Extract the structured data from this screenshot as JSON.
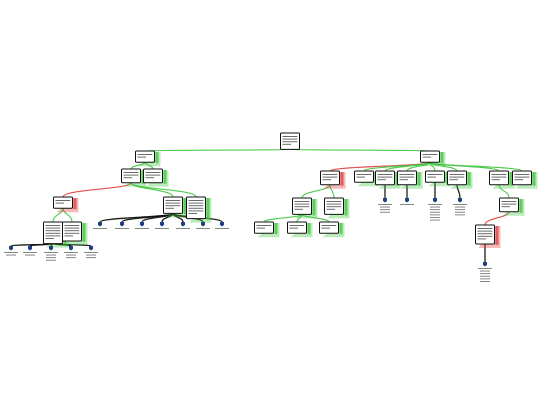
{
  "colors": {
    "support": "#3cc43c",
    "oppose": "#e03a3a",
    "neutral": "#111111",
    "leaf_icon": "#1f3f8a",
    "node_fill": "#ffffff",
    "node_border": "#111111"
  },
  "tree": {
    "root": "r",
    "nodes": [
      {
        "id": "r",
        "kind": "box",
        "lines": 4,
        "rel": "none"
      },
      {
        "id": "a",
        "parent": "r",
        "kind": "box",
        "lines": 2,
        "rel": "support"
      },
      {
        "id": "b",
        "parent": "r",
        "kind": "box",
        "lines": 2,
        "rel": "support"
      },
      {
        "id": "a1",
        "parent": "a",
        "kind": "box",
        "lines": 3,
        "rel": "support"
      },
      {
        "id": "a2",
        "parent": "a",
        "kind": "box",
        "lines": 3,
        "rel": "support"
      },
      {
        "id": "a1x",
        "parent": "a1",
        "kind": "box",
        "lines": 2,
        "rel": "oppose"
      },
      {
        "id": "a1y",
        "parent": "a1",
        "kind": "box",
        "lines": 4,
        "rel": "support"
      },
      {
        "id": "a1z",
        "parent": "a1",
        "kind": "box",
        "lines": 6,
        "rel": "support"
      },
      {
        "id": "g1",
        "parent": "a1x",
        "kind": "box",
        "lines": 6,
        "rel": "support"
      },
      {
        "id": "g2",
        "parent": "a1x",
        "kind": "box",
        "lines": 5,
        "rel": "support"
      },
      {
        "id": "l1",
        "parent": "g1",
        "kind": "leaf",
        "lines": 2,
        "rel": "neutral"
      },
      {
        "id": "l2",
        "parent": "g1",
        "kind": "leaf",
        "lines": 2,
        "rel": "neutral"
      },
      {
        "id": "l3",
        "parent": "g1",
        "kind": "leaf",
        "lines": 4,
        "rel": "neutral"
      },
      {
        "id": "l4",
        "parent": "g1",
        "kind": "leaf",
        "lines": 3,
        "rel": "neutral"
      },
      {
        "id": "l5",
        "parent": "g1",
        "kind": "leaf",
        "lines": 3,
        "rel": "neutral"
      },
      {
        "id": "m1",
        "parent": "a1y",
        "kind": "leaf",
        "lines": 1,
        "rel": "neutral"
      },
      {
        "id": "m2",
        "parent": "a1y",
        "kind": "leaf",
        "lines": 1,
        "rel": "neutral"
      },
      {
        "id": "m3",
        "parent": "a1y",
        "kind": "leaf",
        "lines": 1,
        "rel": "neutral"
      },
      {
        "id": "m4",
        "parent": "a1y",
        "kind": "leaf",
        "lines": 1,
        "rel": "neutral"
      },
      {
        "id": "m5",
        "parent": "a1y",
        "kind": "leaf",
        "lines": 1,
        "rel": "neutral"
      },
      {
        "id": "m6",
        "parent": "a1y",
        "kind": "leaf",
        "lines": 1,
        "rel": "neutral"
      },
      {
        "id": "m7",
        "parent": "a1y",
        "kind": "leaf",
        "lines": 1,
        "rel": "neutral"
      },
      {
        "id": "b1",
        "parent": "b",
        "kind": "box",
        "lines": 3,
        "rel": "oppose"
      },
      {
        "id": "b2",
        "parent": "b",
        "kind": "box",
        "lines": 2,
        "rel": "support"
      },
      {
        "id": "b3",
        "parent": "b",
        "kind": "box",
        "lines": 3,
        "rel": "support"
      },
      {
        "id": "b4",
        "parent": "b",
        "kind": "box",
        "lines": 3,
        "rel": "support"
      },
      {
        "id": "b5",
        "parent": "b",
        "kind": "box",
        "lines": 2,
        "rel": "support"
      },
      {
        "id": "b6",
        "parent": "b",
        "kind": "box",
        "lines": 3,
        "rel": "support"
      },
      {
        "id": "b7",
        "parent": "b",
        "kind": "box",
        "lines": 3,
        "rel": "support"
      },
      {
        "id": "b8",
        "parent": "b",
        "kind": "box",
        "lines": 3,
        "rel": "support"
      },
      {
        "id": "b1a",
        "parent": "b1",
        "kind": "box",
        "lines": 4,
        "rel": "support"
      },
      {
        "id": "b1b",
        "parent": "b1",
        "kind": "box",
        "lines": 4,
        "rel": "support"
      },
      {
        "id": "c1",
        "parent": "b1a",
        "kind": "box",
        "lines": 2,
        "rel": "support"
      },
      {
        "id": "c2",
        "parent": "b1a",
        "kind": "box",
        "lines": 2,
        "rel": "support"
      },
      {
        "id": "c3",
        "parent": "b1a",
        "kind": "box",
        "lines": 2,
        "rel": "support"
      },
      {
        "id": "n1",
        "parent": "b3",
        "kind": "leaf",
        "lines": 4,
        "rel": "neutral"
      },
      {
        "id": "n2",
        "parent": "b4",
        "kind": "leaf",
        "lines": 1,
        "rel": "neutral"
      },
      {
        "id": "n3",
        "parent": "b5",
        "kind": "leaf",
        "lines": 7,
        "rel": "neutral"
      },
      {
        "id": "n4",
        "parent": "b6",
        "kind": "leaf",
        "lines": 5,
        "rel": "neutral"
      },
      {
        "id": "b7a",
        "parent": "b7",
        "kind": "box",
        "lines": 3,
        "rel": "support"
      },
      {
        "id": "b7b",
        "parent": "b7a",
        "kind": "box",
        "lines": 5,
        "rel": "oppose"
      },
      {
        "id": "n5",
        "parent": "b7b",
        "kind": "leaf",
        "lines": 6,
        "rel": "neutral"
      }
    ]
  }
}
